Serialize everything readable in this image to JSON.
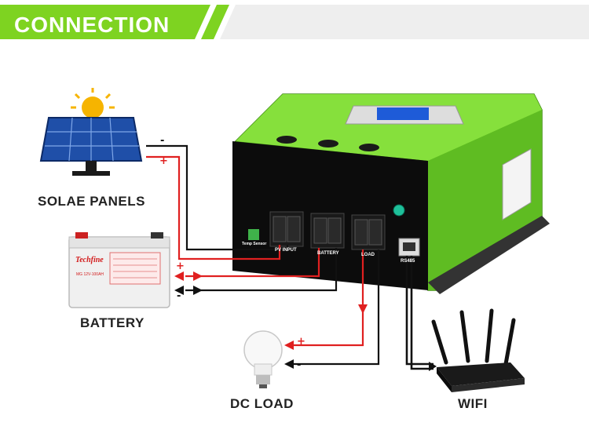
{
  "header": {
    "title": "CONNECTION"
  },
  "labels": {
    "solar": "SOLAE PANELS",
    "battery": "BATTERY",
    "load": "DC LOAD",
    "wifi": "WIFI"
  },
  "controller": {
    "pv_input": "PV INPUT",
    "battery": "BATTERY",
    "load": "LOAD",
    "rs485": "RS485",
    "temp_sensor": "Temp Sensor"
  },
  "battery_brand": "Techfine",
  "battery_model": "MG 12V-100AH",
  "signs": {
    "plus": "+",
    "minus": "-"
  },
  "colors": {
    "accent_green": "#7ed321",
    "body_green": "#6fcf2a",
    "wire_red": "#e02020",
    "wire_black": "#111111"
  }
}
